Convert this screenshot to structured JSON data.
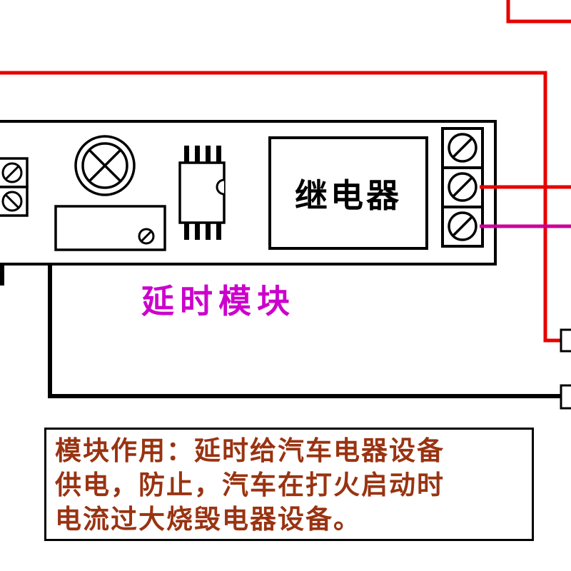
{
  "module": {
    "label": "延时模块",
    "relay_label": "继电器"
  },
  "note": {
    "lines": [
      "模块作用：延时给汽车电器设备",
      "供电，防止，汽车在打火启动时",
      "电流过大烧毁电器设备。"
    ]
  },
  "colors": {
    "wire_red": "#e60000",
    "wire_magenta": "#cc0099",
    "module_label": "#cc00cc",
    "note_text": "#993311"
  }
}
